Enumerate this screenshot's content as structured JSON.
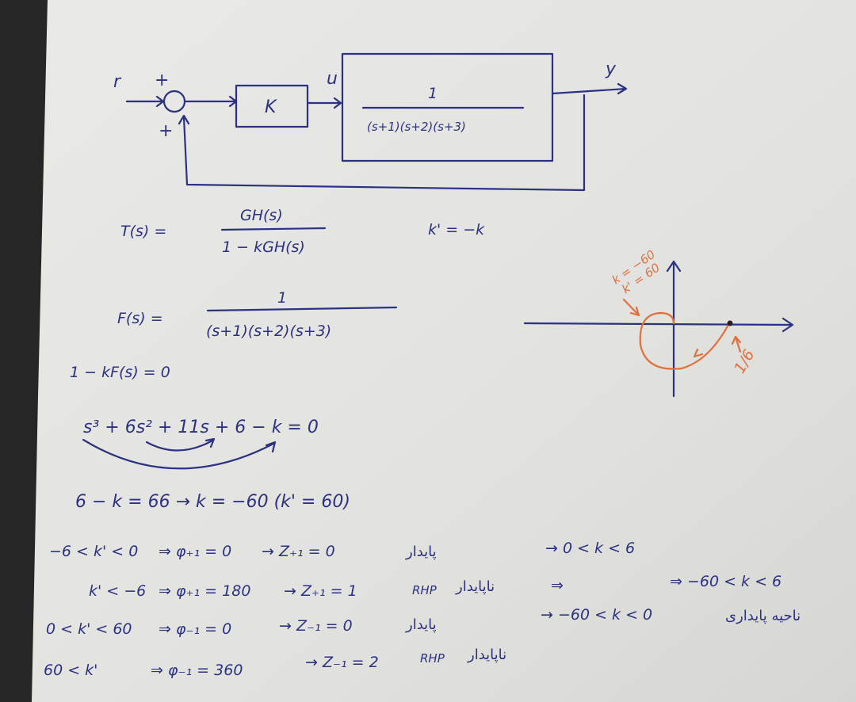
{
  "colors": {
    "paper": "#e4e4e1",
    "ink": "#2c3182",
    "accent_orange": "#e2703e"
  },
  "block_diagram": {
    "input": "r",
    "sum_top_sign": "+",
    "sum_bottom_sign": "+",
    "gain": "K",
    "control_signal": "u",
    "plant_numerator": "1",
    "plant_denominator": "(s+1)(s+2)(s+3)",
    "output": "y"
  },
  "equations": {
    "t_lhs": "T(s) =",
    "t_num": "GH(s)",
    "t_den": "1 − kGH(s)",
    "k_prime": "k' = −k",
    "f_lhs": "F(s) =",
    "f_num": "1",
    "f_den": "(s+1)(s+2)(s+3)",
    "char_eq": "1 − kF(s) = 0",
    "poly": "s³ + 6s² + 11s + 6 − k = 0",
    "result": "6 − k = 66 → k = −60  (k' = 60)"
  },
  "nyquist": {
    "label_k": "k = −60",
    "label_kp": "k' = 60",
    "label_crossing": "1/6"
  },
  "cases": [
    {
      "cond": "−6 < k' < 0",
      "phi": "⇒ φ₊₁ = 0",
      "z": "→ Z₊₁ = 0",
      "rhp": "",
      "verdict": "پایدار"
    },
    {
      "cond": "k' < −6",
      "phi": "⇒ φ₊₁ = 180",
      "z": "→ Z₊₁ = 1",
      "rhp": "RHP",
      "verdict": "ناپایدار"
    },
    {
      "cond": "0 < k' < 60",
      "phi": "⇒ φ₋₁ = 0",
      "z": "→ Z₋₁ = 0",
      "rhp": "",
      "verdict": "پایدار"
    },
    {
      "cond": "60 < k'",
      "phi": "⇒ φ₋₁ = 360",
      "z": "→ Z₋₁ = 2",
      "rhp": "RHP",
      "verdict": "ناپایدار"
    }
  ],
  "conclusions": {
    "range_pos": "→ 0 < k < 6",
    "implies": "⇒",
    "range_neg": "→ −60 < k < 0",
    "final": "⇒  −60 < k < 6",
    "stability_region": "ناحیه پایداری"
  }
}
